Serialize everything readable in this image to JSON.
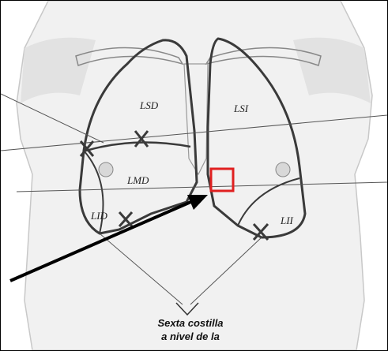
{
  "labels": {
    "lsd": "LSD",
    "lsi": "LSI",
    "lmd": "LMD",
    "lid": "LID",
    "lii": "LII"
  },
  "caption": {
    "line1": "Sexta costilla",
    "line2": "a nivel de la"
  },
  "colors": {
    "highlight": "#e02020",
    "outline": "#3a3a3a",
    "arrow": "#000000"
  },
  "icons": {
    "marker": "x-mark-icon",
    "pointer": "arrow-icon"
  }
}
